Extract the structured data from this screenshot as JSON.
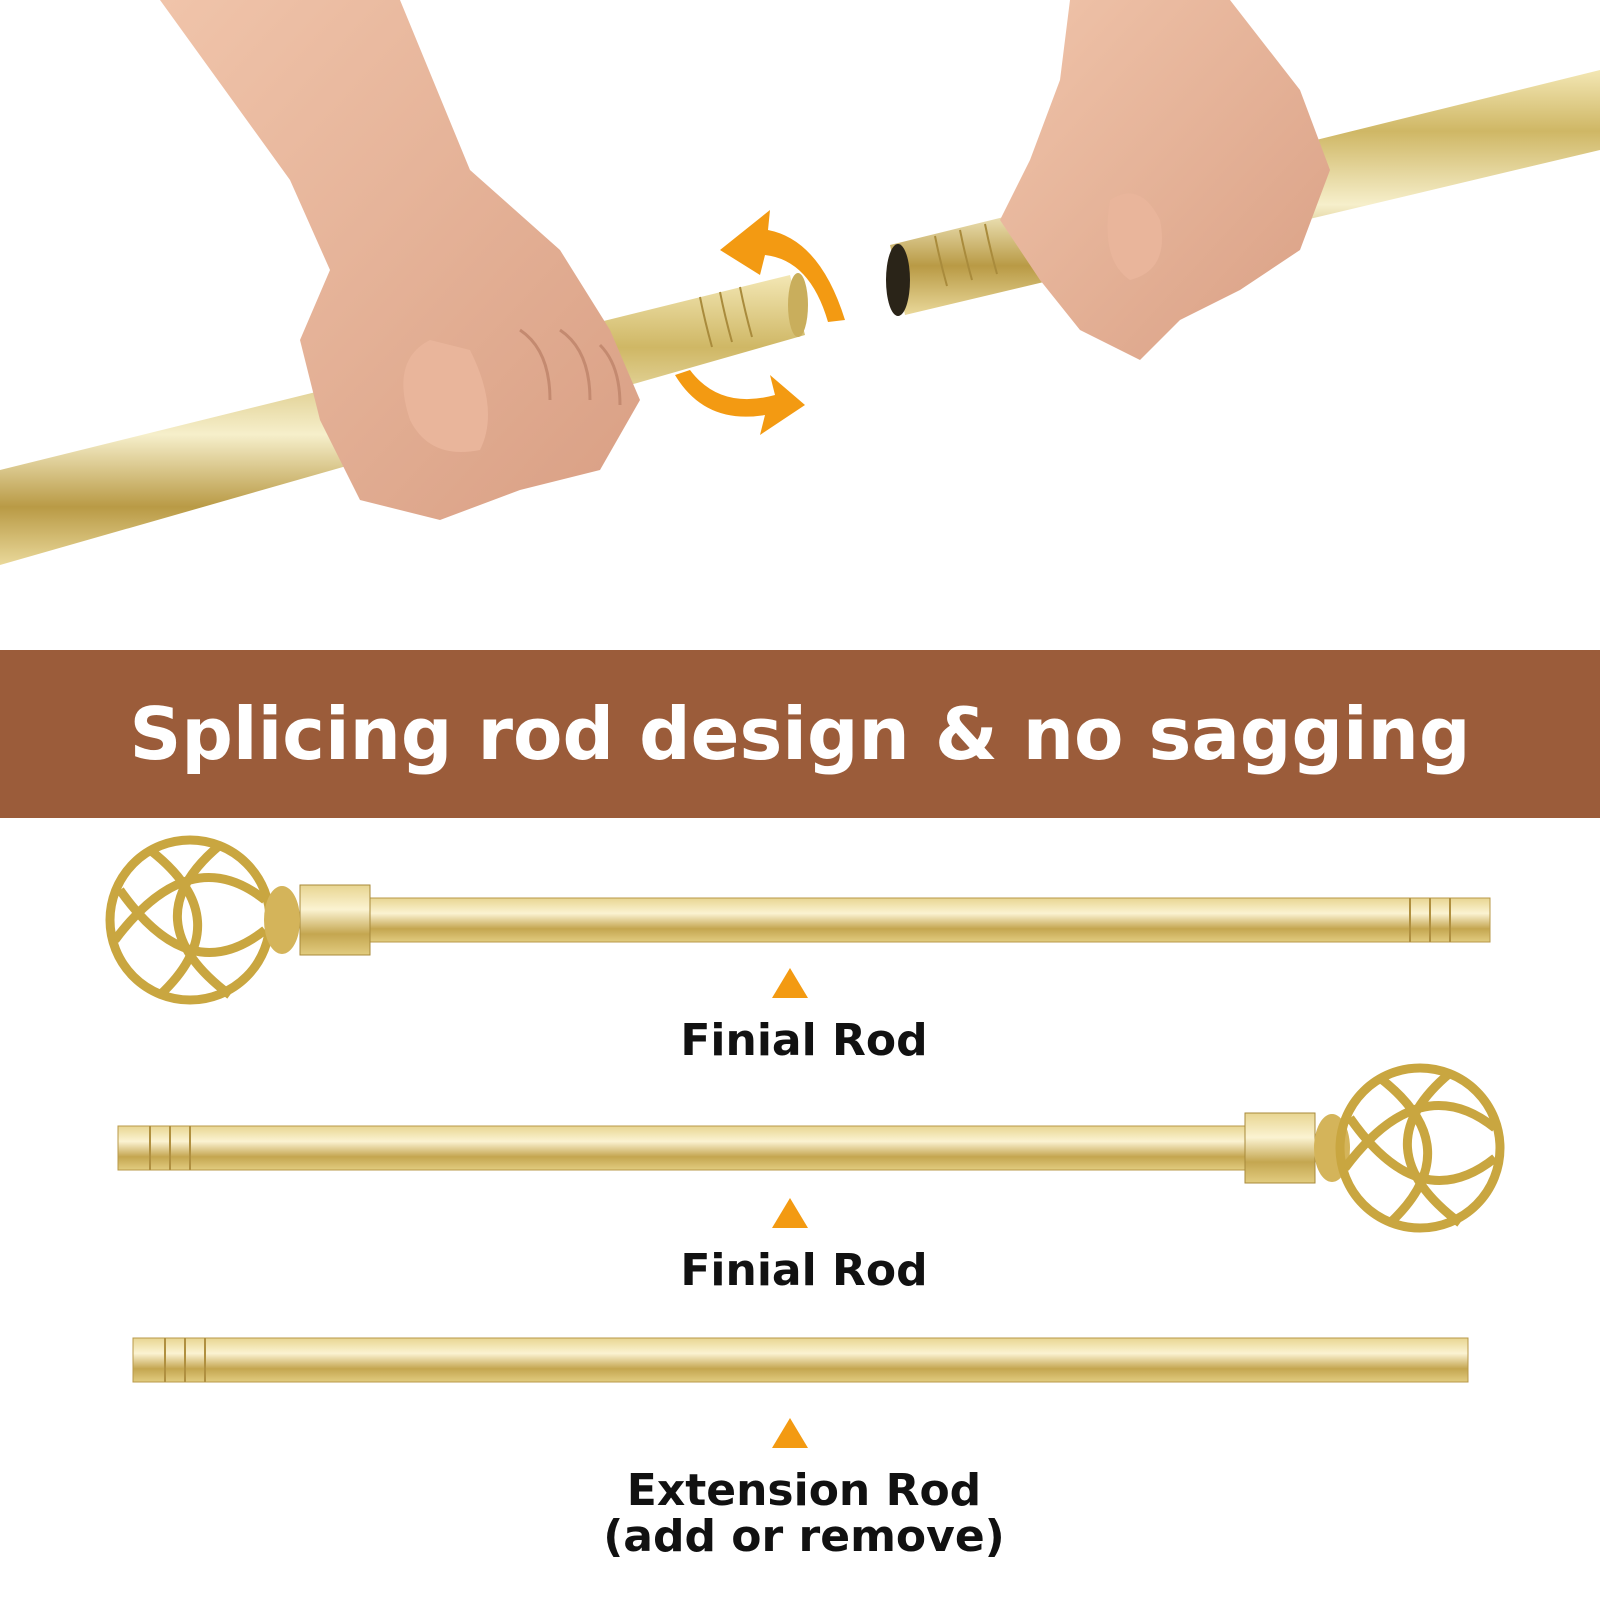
{
  "colors": {
    "banner": "#9b5c3a",
    "rod_gold": "#d9c47a",
    "arrow_orange": "#f39a12",
    "marker_orange": "#f39a12",
    "skin": "#e8b69a"
  },
  "icons": {
    "rotate": "rotate-arrows-icon",
    "pointer": "triangle-up-icon"
  },
  "banner": {
    "title": "Splicing rod design & no sagging"
  },
  "rods": [
    {
      "label": "Finial Rod",
      "finial": "left"
    },
    {
      "label": "Finial Rod",
      "finial": "right"
    },
    {
      "label_line1": "Extension Rod",
      "label_line2": "(add or remove)",
      "finial": "none"
    }
  ]
}
